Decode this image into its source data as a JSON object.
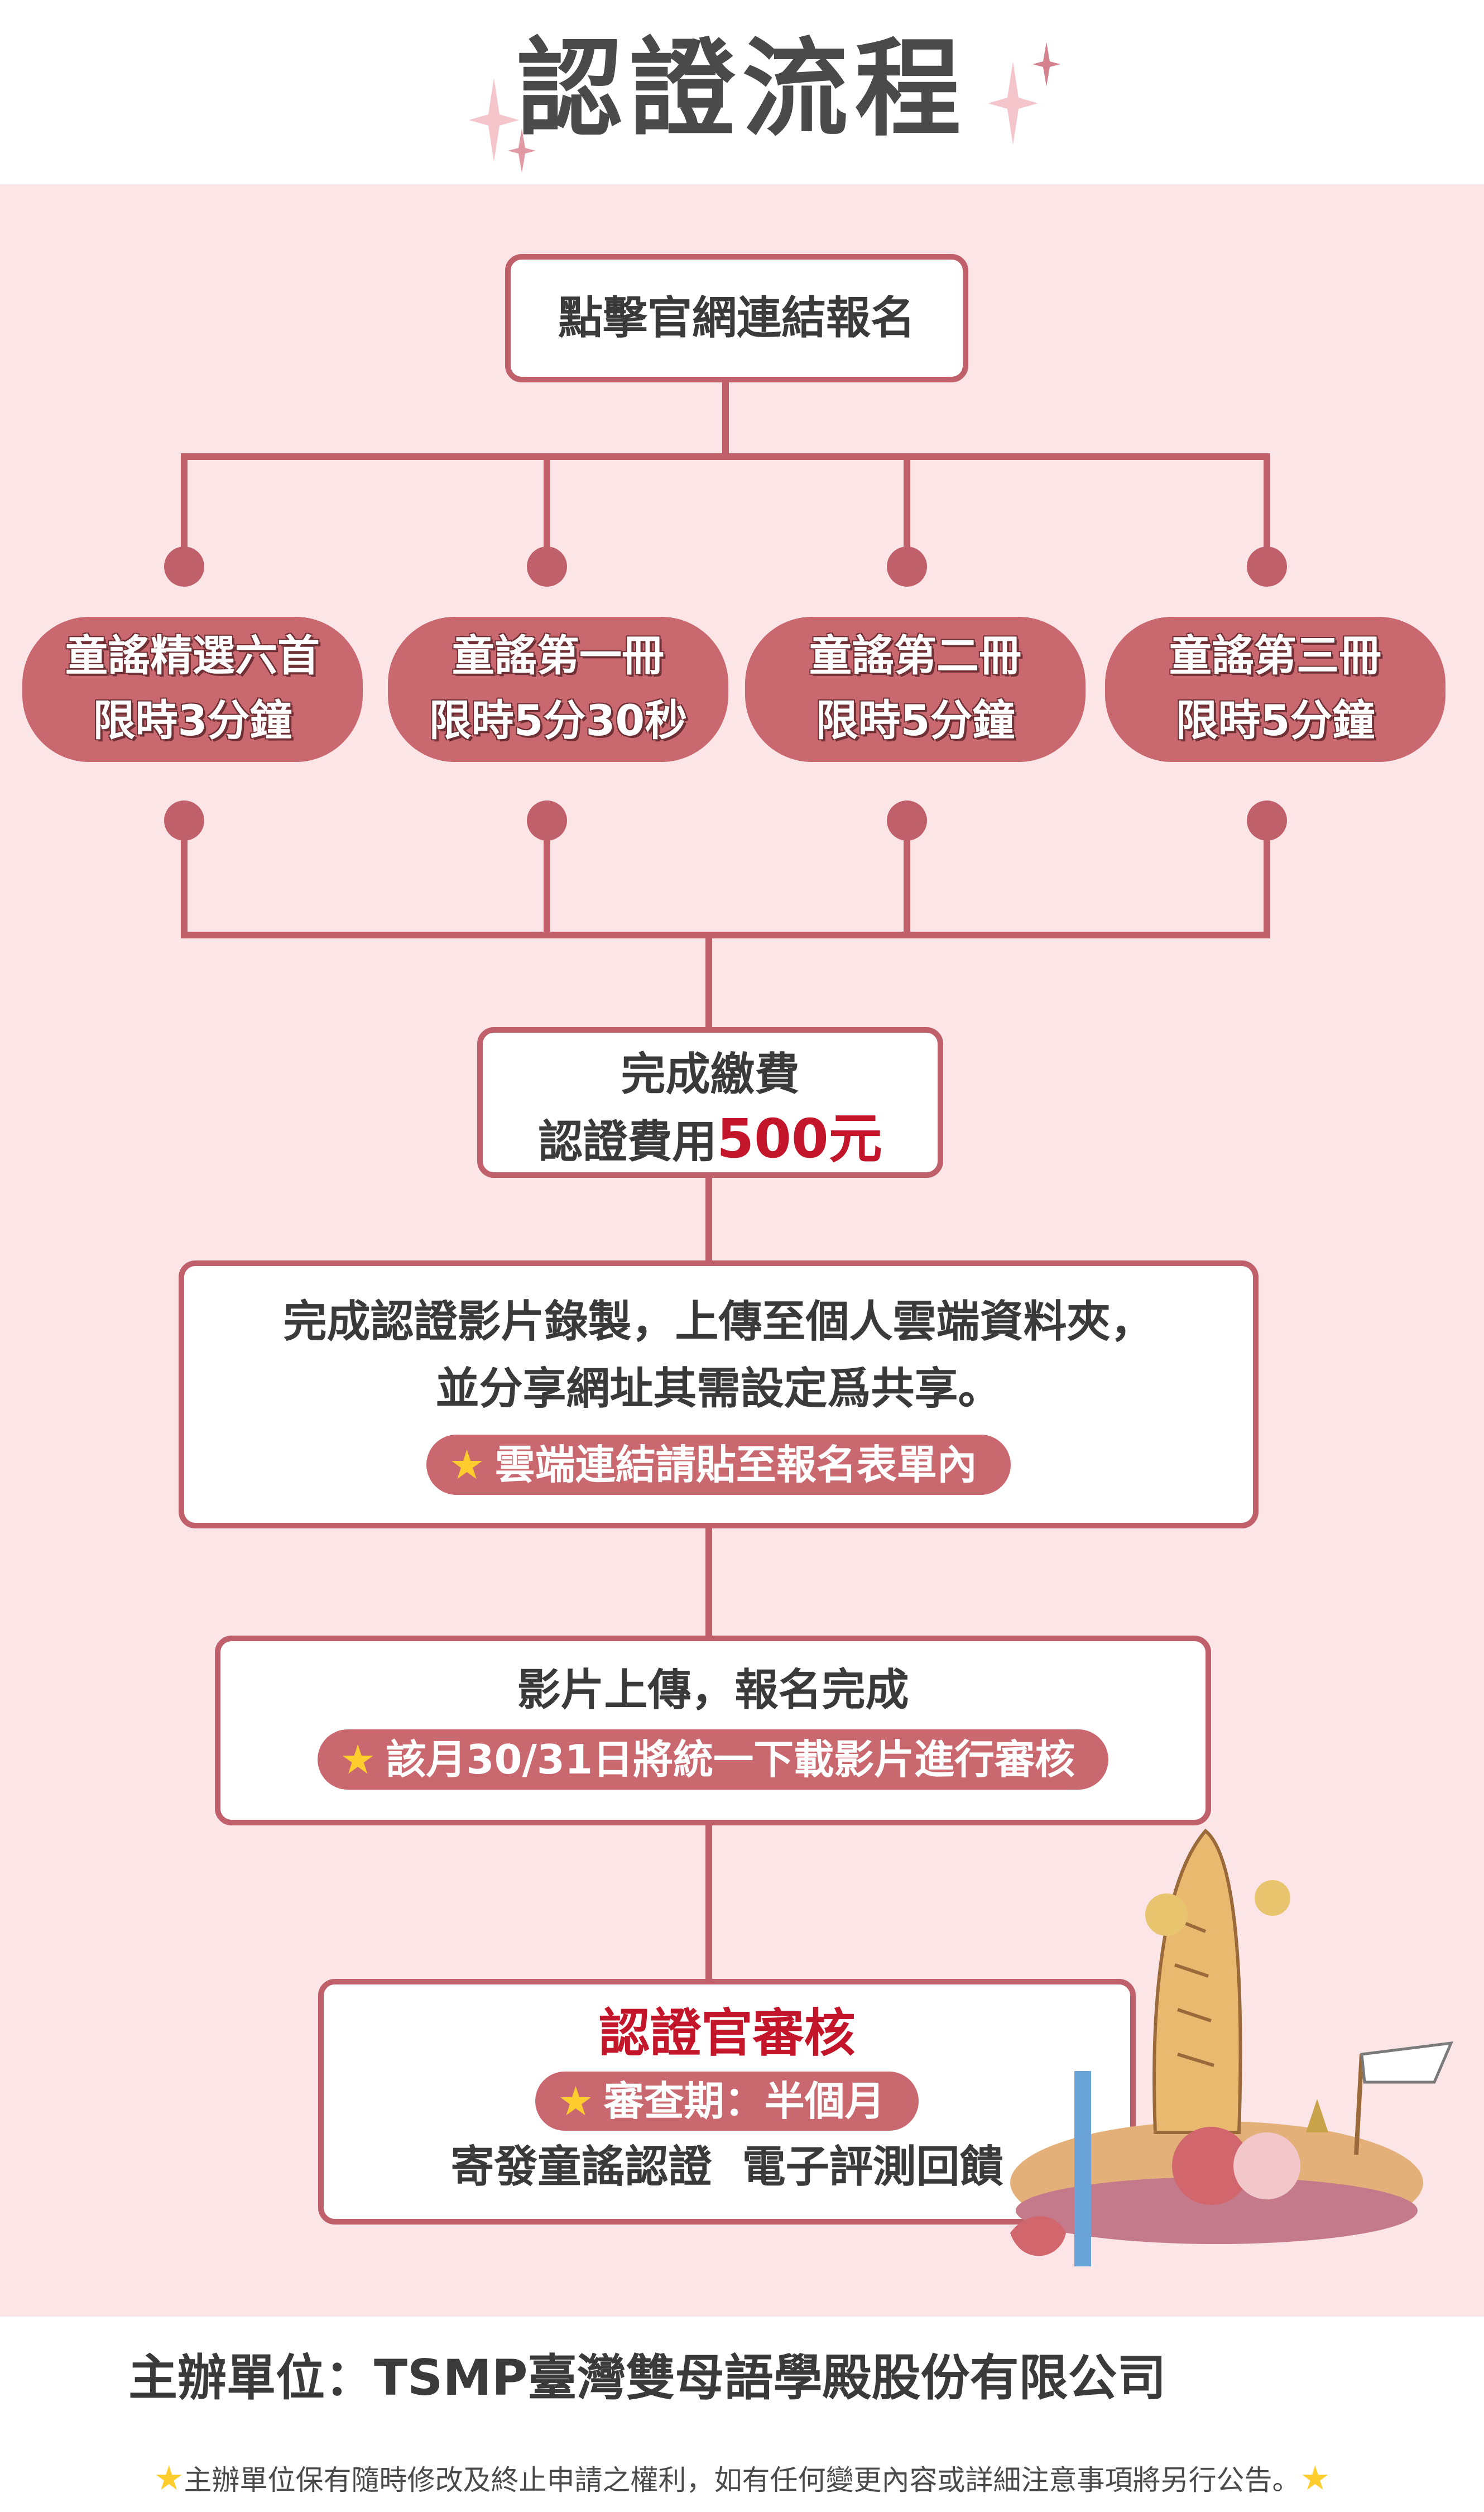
{
  "title": "認證流程",
  "step1": {
    "label": "點擊官網連結報名"
  },
  "options": [
    {
      "line1": "童謠精選六首",
      "line2": "限時3分鐘"
    },
    {
      "line1": "童謠第一冊",
      "line2": "限時5分30秒"
    },
    {
      "line1": "童謠第二冊",
      "line2": "限時5分鐘"
    },
    {
      "line1": "童謠第三冊",
      "line2": "限時5分鐘"
    }
  ],
  "payment": {
    "line1": "完成繳費",
    "line2_prefix": "認證費用",
    "amount": "500元"
  },
  "upload": {
    "line1": "完成認證影片錄製，上傳至個人雲端資料夾，",
    "line2": "並分享網址其需設定爲共享。",
    "note": "雲端連結請貼至報名表單內"
  },
  "complete": {
    "line1": "影片上傳，報名完成",
    "note": "該月30/31日將統一下載影片進行審核"
  },
  "review": {
    "title": "認證官審核",
    "note": "審查期：半個月",
    "line": "寄發童謠認證  電子評測回饋"
  },
  "footer": {
    "organizer": "主辦單位：TSMP臺灣雙母語學殿股份有限公司",
    "disclaimer": "主辦單位保有隨時修改及終止申請之權利，如有任何變更內容或詳細注意事項將另行公告。"
  },
  "icons": {
    "star": "star-icon",
    "sparkle": "sparkle-icon"
  },
  "colors": {
    "accent": "#c0606a",
    "pill": "#c9686f",
    "highlight": "#c4162a",
    "panel": "#fbe5e6",
    "star": "#ffce2e"
  }
}
